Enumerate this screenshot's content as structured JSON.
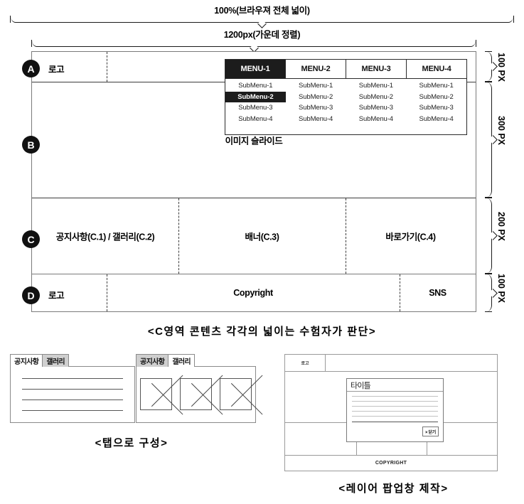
{
  "dimensions": {
    "browser_width_label": "100%(브라우져 전체 넓이)",
    "container_width_label": "1200px(가운데 정렬)"
  },
  "layout": {
    "sections": [
      {
        "badge": "A",
        "height_label": "100 PX",
        "left_label": "로고"
      },
      {
        "badge": "B",
        "height_label": "300 PX",
        "center_label": "이미지 슬라이드"
      },
      {
        "badge": "C",
        "height_label": "200 PX"
      },
      {
        "badge": "D",
        "height_label": "100 PX"
      }
    ],
    "section_c": {
      "col1": "공지사항(C.1) / 갤러리(C.2)",
      "col2": "배너(C.3)",
      "col3": "바로가기(C.4)"
    },
    "section_d": {
      "col1": "로고",
      "col2": "Copyright",
      "col3": "SNS"
    }
  },
  "menu": {
    "tabs": [
      {
        "label": "MENU-1",
        "active": true
      },
      {
        "label": "MENU-2",
        "active": false
      },
      {
        "label": "MENU-3",
        "active": false
      },
      {
        "label": "MENU-4",
        "active": false
      }
    ],
    "columns": [
      {
        "items": [
          {
            "label": "SubMenu-1",
            "active": false
          },
          {
            "label": "SubMenu-2",
            "active": true
          },
          {
            "label": "SubMenu-3",
            "active": false
          },
          {
            "label": "SubMenu-4",
            "active": false
          }
        ]
      },
      {
        "items": [
          {
            "label": "SubMenu-1",
            "active": false
          },
          {
            "label": "SubMenu-2",
            "active": false
          },
          {
            "label": "SubMenu-3",
            "active": false
          },
          {
            "label": "SubMenu-4",
            "active": false
          }
        ]
      },
      {
        "items": [
          {
            "label": "SubMenu-1",
            "active": false
          },
          {
            "label": "SubMenu-2",
            "active": false
          },
          {
            "label": "SubMenu-3",
            "active": false
          },
          {
            "label": "SubMenu-4",
            "active": false
          }
        ]
      },
      {
        "items": [
          {
            "label": "SubMenu-1",
            "active": false
          },
          {
            "label": "SubMenu-2",
            "active": false
          },
          {
            "label": "SubMenu-3",
            "active": false
          },
          {
            "label": "SubMenu-4",
            "active": false
          }
        ]
      }
    ]
  },
  "captions": {
    "main": "<C영역 콘텐츠 각각의 넓이는 수험자가 판단>",
    "tabs": "<탭으로 구성>",
    "popup": "<레이어 팝업창 제작>"
  },
  "tab_mock": {
    "panel_notice": {
      "tabs": [
        {
          "label": "공지사항",
          "active": true
        },
        {
          "label": "갤러리",
          "active": false
        }
      ],
      "line_count": 4
    },
    "panel_gallery": {
      "tabs": [
        {
          "label": "공지사항",
          "active": false
        },
        {
          "label": "갤러리",
          "active": true
        }
      ],
      "thumb_count": 3
    }
  },
  "popup_mock": {
    "header_logo": "로고",
    "footer": "COPYRIGHT",
    "layer": {
      "title": "타이틀",
      "close_label": "× 닫기",
      "gray_line_count": 5
    }
  },
  "colors": {
    "ink": "#111111",
    "frame": "#7a7a7a",
    "active_fill": "#1c1c1c",
    "tab_inactive": "#cfcfcf"
  }
}
